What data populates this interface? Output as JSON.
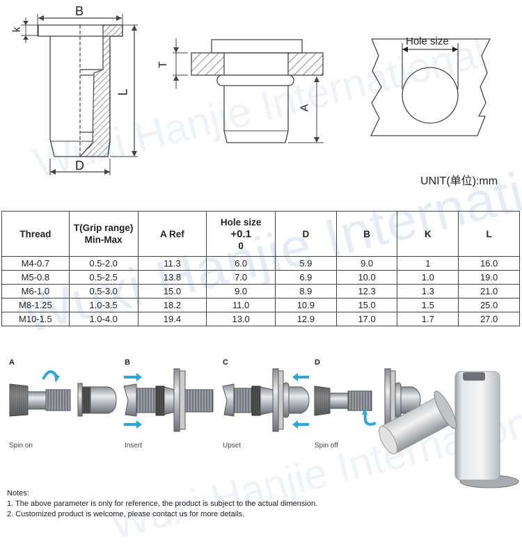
{
  "watermark": "Wuxi Hanjie International",
  "diagrams": {
    "nut": {
      "labels": {
        "B": "B",
        "K": "k",
        "L": "L",
        "D": "D"
      }
    },
    "installed": {
      "labels": {
        "T": "T",
        "A": "A"
      }
    },
    "hole": {
      "label": "Hole size"
    },
    "unit": "UNIT(单位):mm"
  },
  "table": {
    "headers": [
      {
        "line1": "Thread",
        "line2": "",
        "line3": ""
      },
      {
        "line1": "T(Grip range)",
        "line2": "Min-Max",
        "line3": ""
      },
      {
        "line1": "A Ref",
        "line2": "",
        "line3": ""
      },
      {
        "line1": "Hole size",
        "line2": "+0.1",
        "line3": "0"
      },
      {
        "line1": "D",
        "line2": "",
        "line3": ""
      },
      {
        "line1": "B",
        "line2": "",
        "line3": ""
      },
      {
        "line1": "K",
        "line2": "",
        "line3": ""
      },
      {
        "line1": "L",
        "line2": "",
        "line3": ""
      }
    ],
    "rows": [
      [
        "M4-0.7",
        "0.5-2.0",
        "11.3",
        "6.0",
        "5.9",
        "9.0",
        "1",
        "16.0"
      ],
      [
        "M5-0.8",
        "0.5-2.5",
        "13.8",
        "7.0",
        "6.9",
        "10.0",
        "1.0",
        "19.0"
      ],
      [
        "M6-1.0",
        "0.5-3.0",
        "15.0",
        "9.0",
        "8.9",
        "12.3",
        "1.3",
        "21.0"
      ],
      [
        "M8-1.25",
        "1.0-3.5",
        "18.2",
        "11.0",
        "10.9",
        "15.0",
        "1.5",
        "25.0"
      ],
      [
        "M10-1.5",
        "1.0-4.0",
        "19.4",
        "13.0",
        "12.9",
        "17.0",
        "1.7",
        "27.0"
      ]
    ]
  },
  "steps": [
    {
      "letter": "A",
      "caption": "Spin on"
    },
    {
      "letter": "B",
      "caption": "Insert"
    },
    {
      "letter": "C",
      "caption": "Upset"
    },
    {
      "letter": "D",
      "caption": "Spin off"
    }
  ],
  "colors": {
    "arrow": "#29a8e0",
    "metal": "#b8bcc2",
    "line": "#444444"
  },
  "notes": {
    "title": "Notes:",
    "items": [
      "1. The above parameter is only for reference, the product is subject to the actual dimension.",
      "2. Customized product is welcome, please contact us for more details."
    ]
  }
}
